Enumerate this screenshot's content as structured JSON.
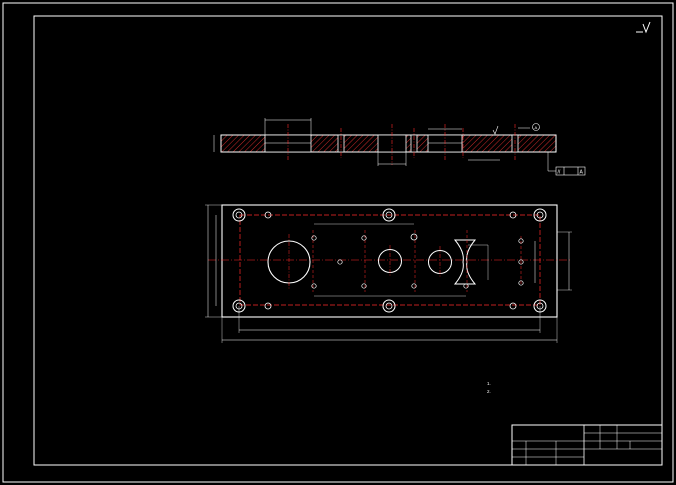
{
  "colors": {
    "background": "#000000",
    "line": "#ffffff",
    "centerline": "#ff2a2a",
    "hatch": "#ff3333",
    "dimension": "#ffffff"
  },
  "corner_mark": "",
  "section_view": {
    "dims": {
      "top_left": "",
      "top_right": "",
      "bottom_center": "",
      "bottom_right": ""
    },
    "tolerance_frame": {
      "symbol": "//",
      "value": "",
      "datum": "A"
    },
    "datum_label": "A"
  },
  "plan_view": {
    "dims": {
      "left_outer": "",
      "left_inner": "",
      "right_outer": "",
      "right_inner": "",
      "bottom_inner": "",
      "bottom_outer": "",
      "top_spacing": ""
    }
  },
  "notes": {
    "heading": "",
    "lines": [
      "1.",
      "2."
    ]
  },
  "title_block": {
    "part_name": "",
    "cells": [
      "",
      "",
      "",
      "",
      "",
      "",
      ""
    ]
  }
}
